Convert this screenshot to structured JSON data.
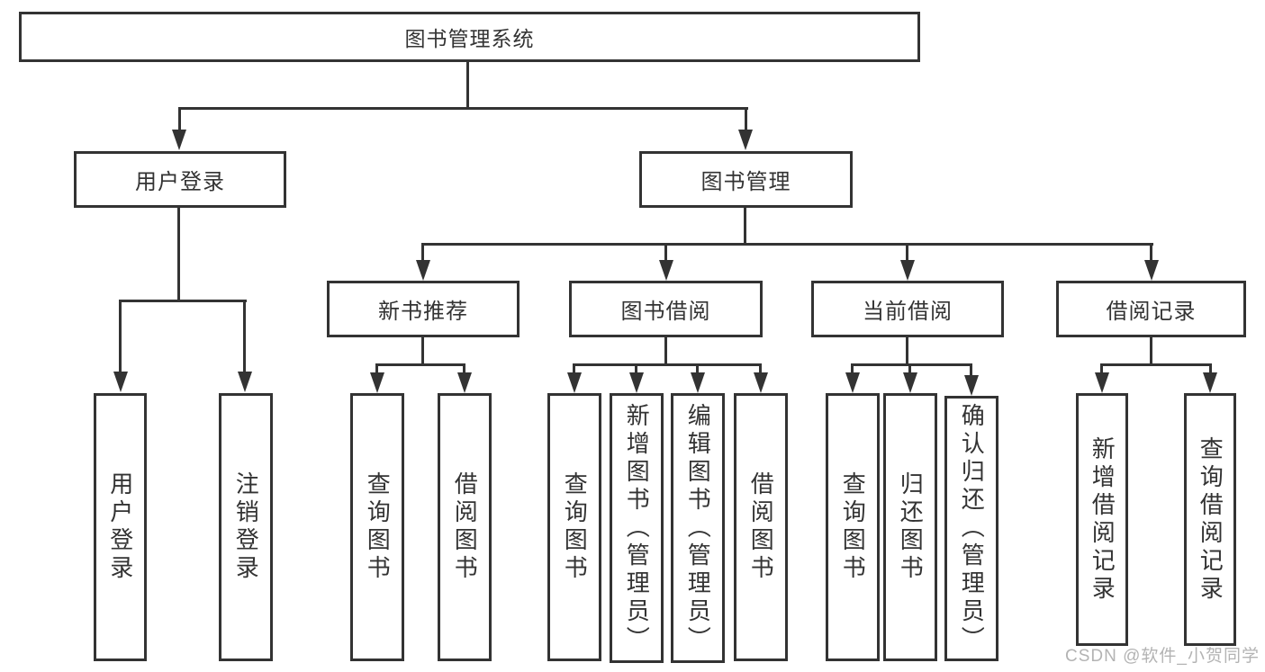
{
  "diagram": {
    "title": "图书管理系统",
    "tree": {
      "label": "图书管理系统",
      "children": [
        {
          "label": "用户登录",
          "children": [
            {
              "label": "用户登录"
            },
            {
              "label": "注销登录"
            }
          ]
        },
        {
          "label": "图书管理",
          "children": [
            {
              "label": "新书推荐",
              "children": [
                {
                  "label": "查询图书"
                },
                {
                  "label": "借阅图书"
                }
              ]
            },
            {
              "label": "图书借阅",
              "children": [
                {
                  "label": "查询图书"
                },
                {
                  "label": "新增图书（管理员）"
                },
                {
                  "label": "编辑图书（管理员）"
                },
                {
                  "label": "借阅图书"
                }
              ]
            },
            {
              "label": "当前借阅",
              "children": [
                {
                  "label": "查询图书"
                },
                {
                  "label": "归还图书"
                },
                {
                  "label": "确认归还（管理员）"
                }
              ]
            },
            {
              "label": "借阅记录",
              "children": [
                {
                  "label": "新增借阅记录"
                },
                {
                  "label": "查询借阅记录"
                }
              ]
            }
          ]
        }
      ]
    }
  },
  "watermark": {
    "text": "CSDN @软件_小贺同学"
  },
  "colors": {
    "line": "#333333",
    "text": "#333333",
    "background": "#ffffff",
    "watermark": "#b3b3b3"
  }
}
